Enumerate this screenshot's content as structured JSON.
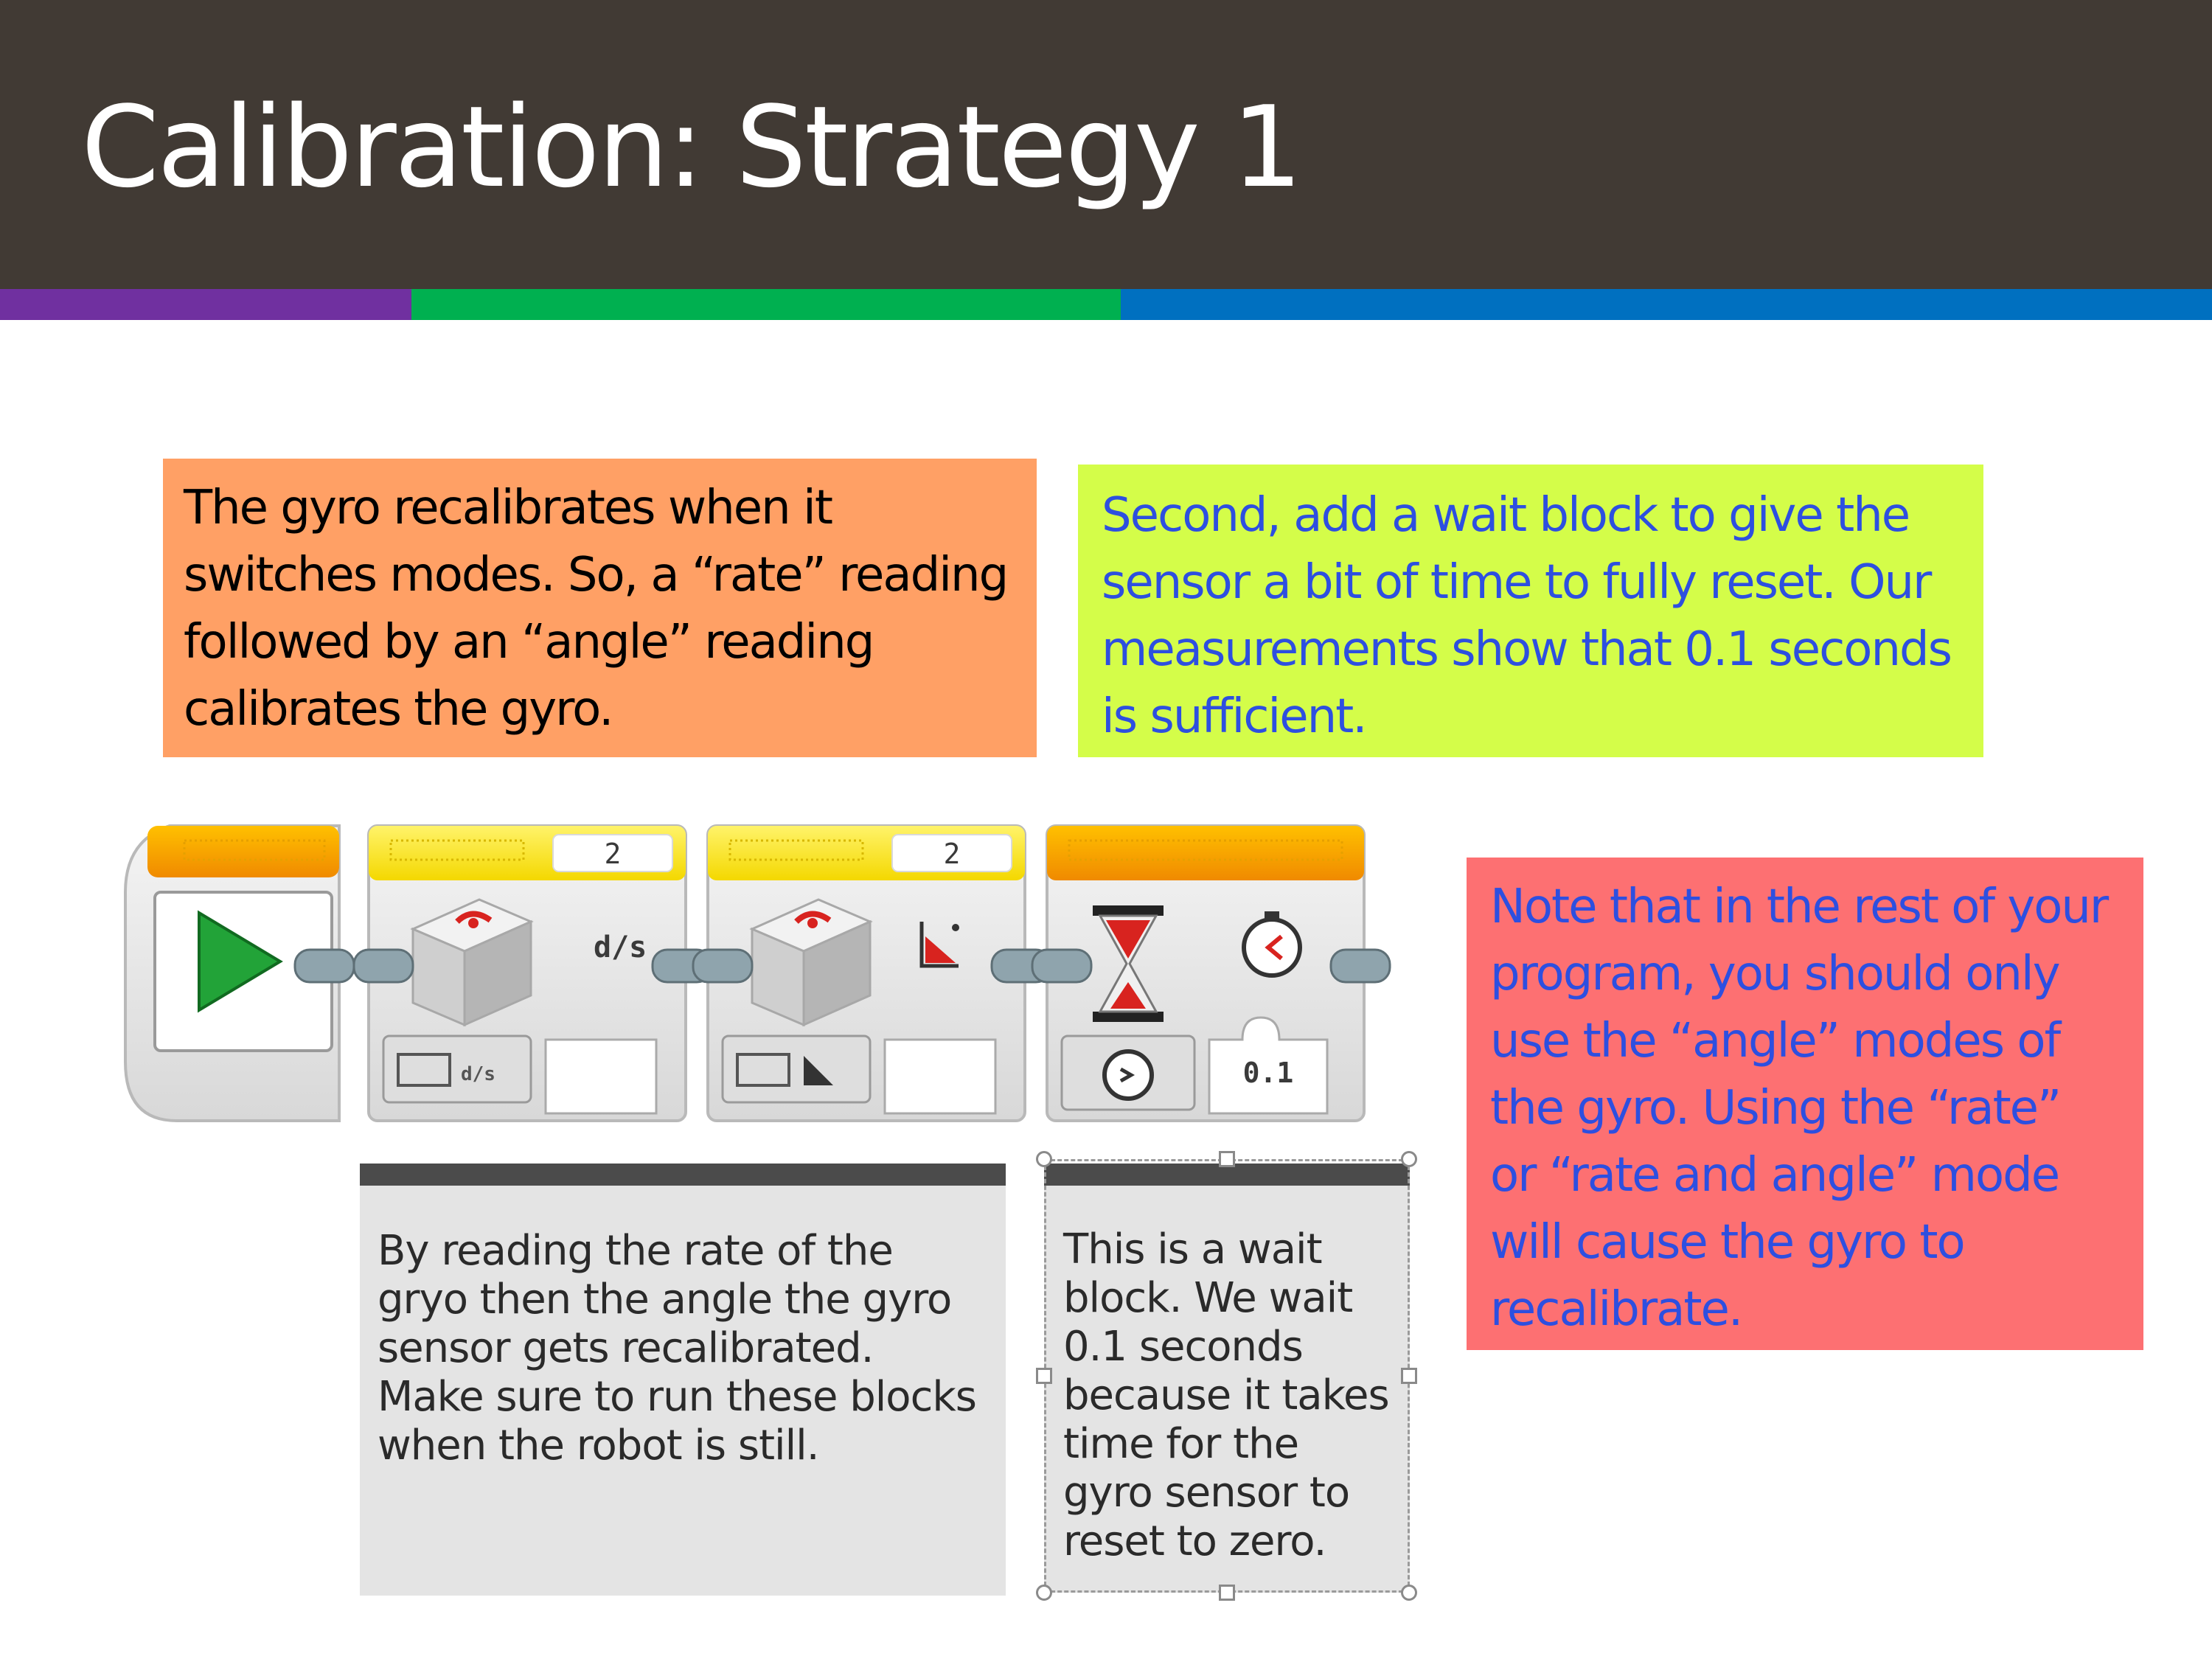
{
  "slide": {
    "title": "Calibration: Strategy 1",
    "accent_colors": [
      "#7030a0",
      "#00b050",
      "#0070c0"
    ]
  },
  "notes": {
    "orange": {
      "color": "#ffa065",
      "lines": [
        "The gyro recalibrates when it",
        "switches modes. So, a “rate” reading",
        "followed by an “angle” reading",
        "calibrates the gyro."
      ]
    },
    "green": {
      "color": "#d4fd49",
      "lines": [
        "Second, add a wait block to give the",
        "sensor a bit of time to fully reset. Our",
        "measurements show that 0.1 seconds",
        "is sufficient."
      ]
    },
    "red": {
      "color": "#fd7072",
      "lines": [
        "Note that in the rest of your",
        "program, you should only",
        "use the “angle” modes of",
        "the gyro. Using the “rate”",
        "or “rate and angle” mode",
        "will cause the gyro to",
        "recalibrate."
      ]
    }
  },
  "program": {
    "start_block": {
      "icon": "play-icon"
    },
    "gyro_rate_block": {
      "port": "2",
      "mode_label": "d/s",
      "submode_label": "d/s",
      "icon": "gyro-sensor-icon"
    },
    "gyro_angle_block": {
      "port": "2",
      "icon": "gyro-sensor-icon",
      "mode_icon": "angle-icon"
    },
    "wait_block": {
      "icon": "hourglass-icon",
      "mode_icon": "stopwatch-icon",
      "seconds": "0.1"
    }
  },
  "comments": {
    "rate_angle": {
      "lines": [
        "By reading the rate of the",
        "gryo then the angle the gyro",
        "sensor gets recalibrated.",
        "Make sure to run these blocks",
        "when the robot is still."
      ]
    },
    "wait": {
      "lines": [
        "This is a wait",
        "block. We wait",
        "0.1 seconds",
        "because it takes",
        "time for the",
        "gyro sensor to",
        "reset to zero."
      ]
    }
  }
}
